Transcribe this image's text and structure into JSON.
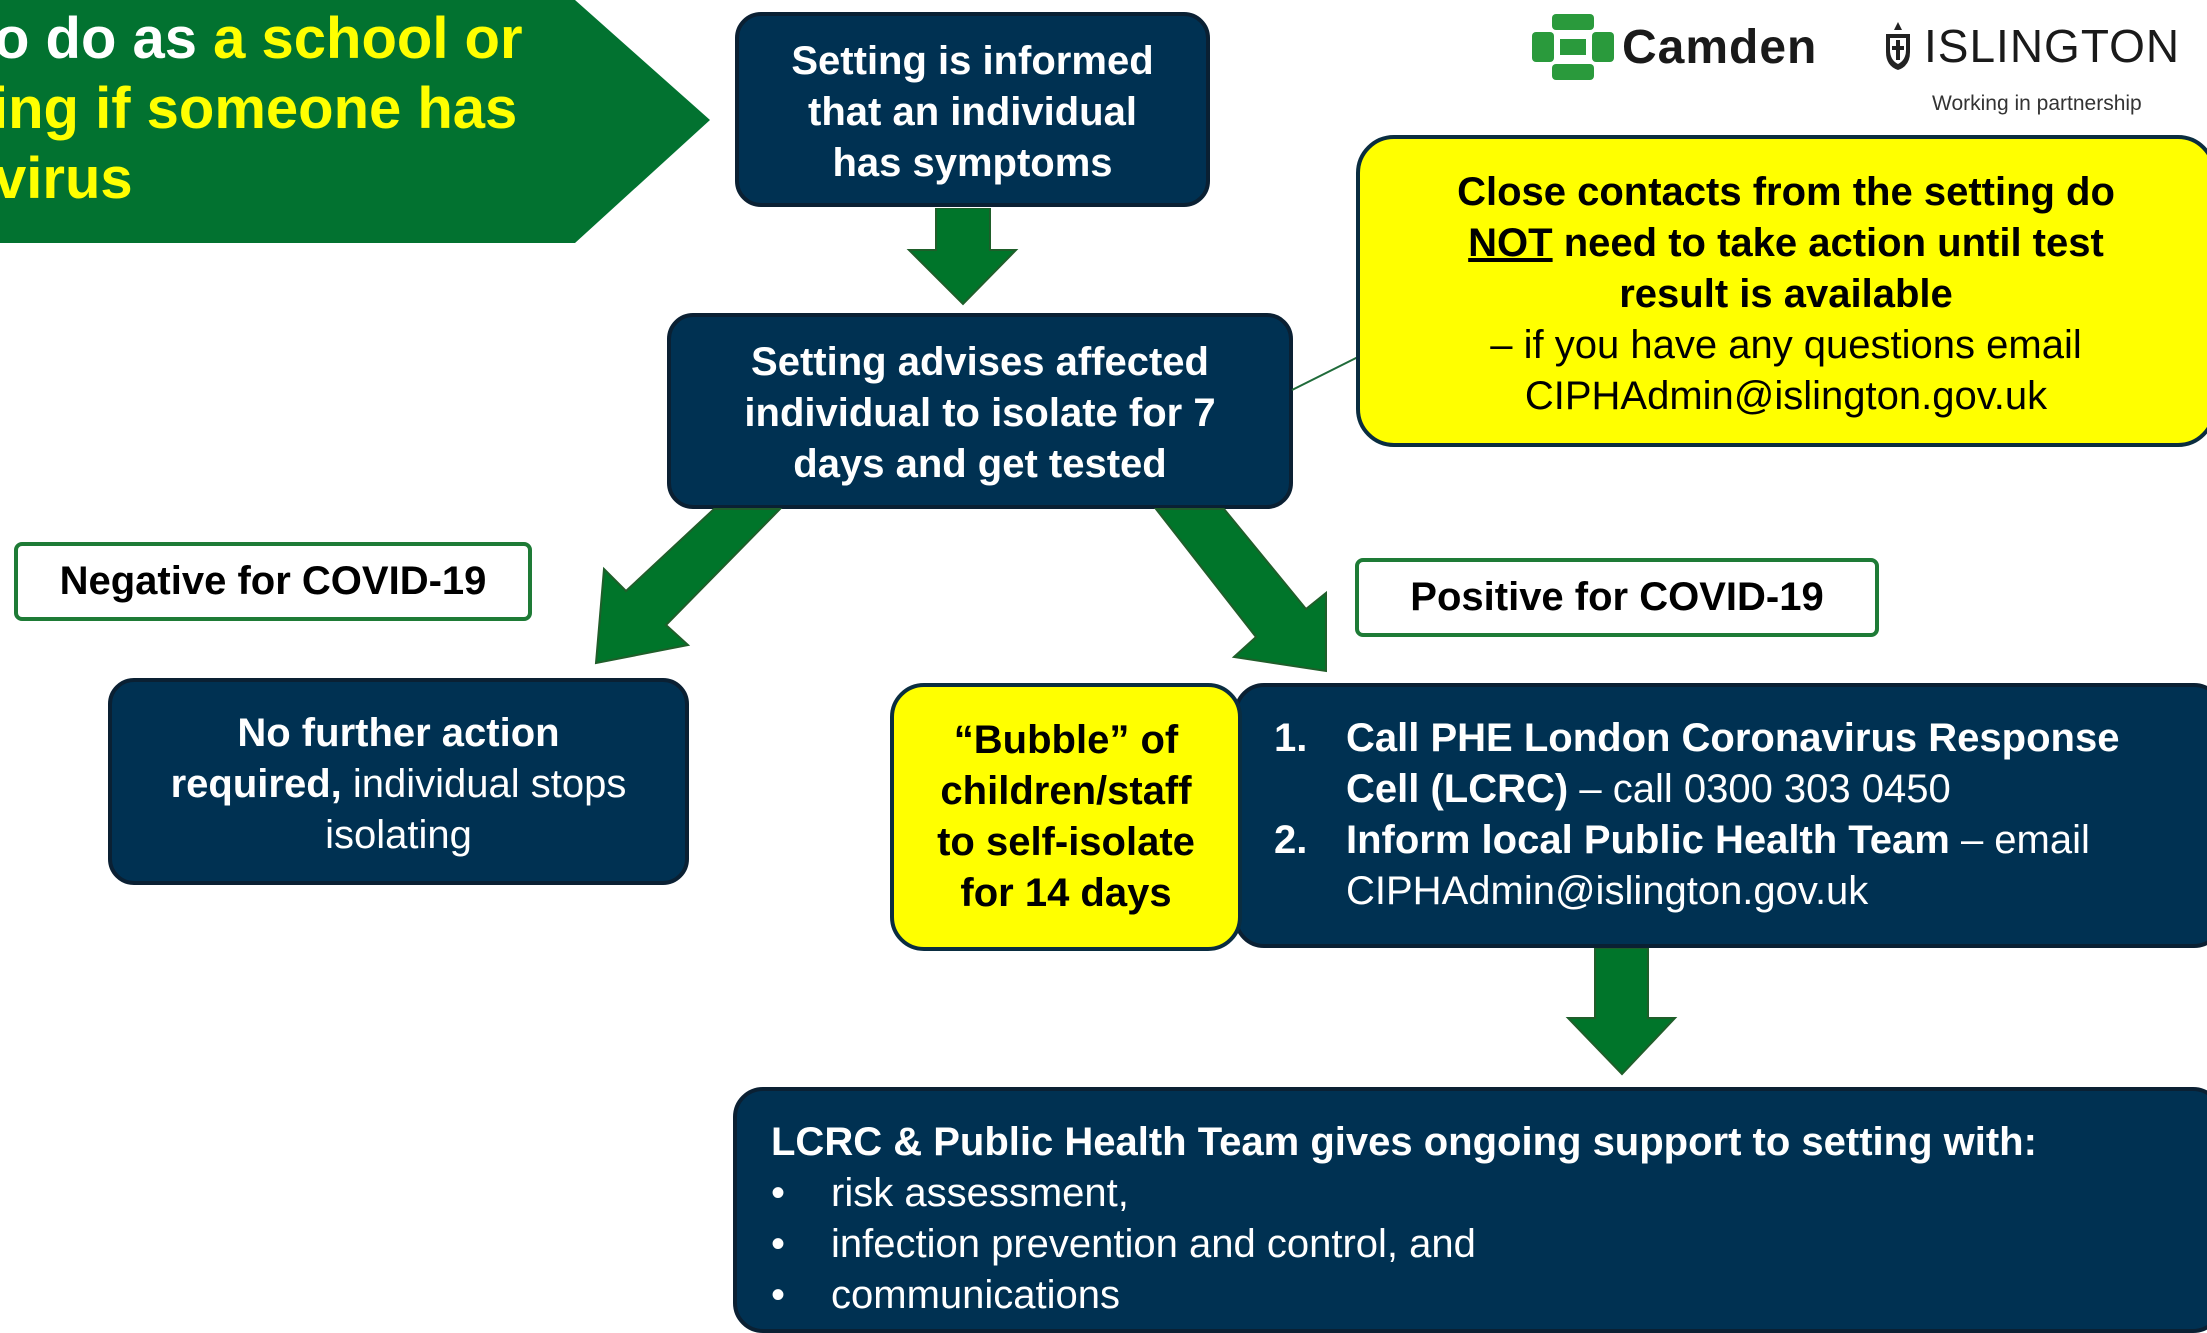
{
  "banner": {
    "line1_white": "o do as ",
    "line1_yellow": "a school or",
    "line2_yellow": "ing if someone has",
    "line3_yellow": "virus"
  },
  "colors": {
    "banner_green": "#027230",
    "banner_yellow": "#ffff00",
    "navy": "#003152",
    "arrow_green": "#00752a",
    "callout_yellow": "#ffff00"
  },
  "logos": {
    "camden": "Camden",
    "islington": "ISLINGTON",
    "partnership": "Working in partnership"
  },
  "box_informed": {
    "lines": [
      "Setting is informed",
      "that an individual",
      "has symptoms"
    ]
  },
  "box_advise": {
    "lines": [
      "Setting advises affected",
      "individual to isolate for 7",
      "days and get tested"
    ]
  },
  "callout": {
    "line1": "Close contacts from the setting do",
    "line2_underline": "NOT",
    "line2_rest": " need to take action until test",
    "line3": "result is available",
    "line4": "– if you have any questions email",
    "line5": "CIPHAdmin@islington.gov.uk"
  },
  "negative_label": "Negative for COVID-19",
  "positive_label": "Positive for COVID-19",
  "box_no_action": {
    "bold": "No further action",
    "bold2": "required,",
    "rest": " individual stops",
    "line3": "isolating"
  },
  "bubble": {
    "lines": [
      "“Bubble” of",
      "children/staff",
      "to self-isolate",
      "for 14 days"
    ]
  },
  "box_steps": {
    "steps": [
      {
        "num": "1.",
        "bold1": "Call PHE London Coronavirus Response",
        "bold2": "Cell (LCRC)",
        "rest2": " – call 0300  303 0450"
      },
      {
        "num": "2.",
        "bold1": "Inform local Public Health Team",
        "rest1": " – email",
        "line2": "CIPHAdmin@islington.gov.uk"
      }
    ]
  },
  "box_support": {
    "heading": "LCRC & Public Health Team gives ongoing support to setting with:",
    "bullets": [
      "risk assessment,",
      "infection prevention and control, and",
      "communications"
    ],
    "bullet_char": "•"
  }
}
